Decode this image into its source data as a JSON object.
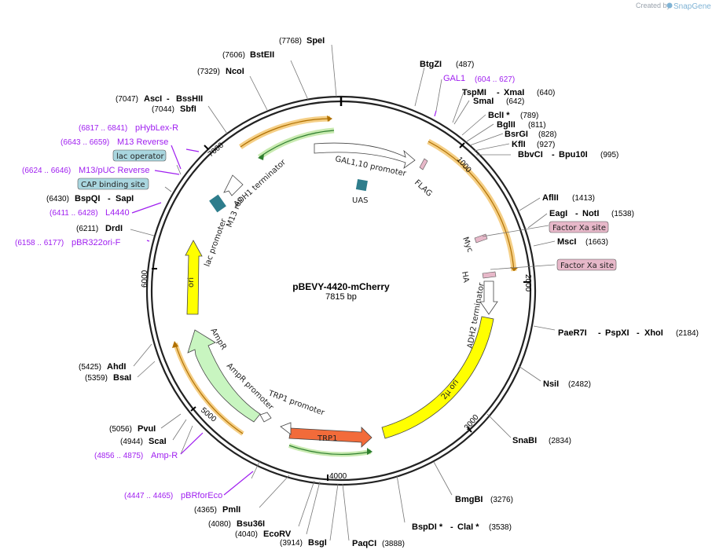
{
  "branding": {
    "created_by": "Created by",
    "product": "SnapGene"
  },
  "plasmid": {
    "name": "pBEVY-4420-mCherry",
    "size": "7815 bp"
  },
  "ticks": [
    "1000",
    "2000",
    "3000",
    "4000",
    "5000",
    "6000",
    "7000"
  ],
  "enzymes": [
    {
      "name": "SpeI",
      "pos": "(7768)"
    },
    {
      "name": "BstEII",
      "pos": "(7606)"
    },
    {
      "name": "NcoI",
      "pos": "(7329)"
    },
    {
      "name": "AscI",
      "name2": "BssHII",
      "pos": "(7047)"
    },
    {
      "name": "SbfI",
      "pos": "(7044)"
    },
    {
      "name": "BspQI",
      "name2": "SapI",
      "pos": "(6430)"
    },
    {
      "name": "DrdI",
      "pos": "(6211)"
    },
    {
      "name": "AhdI",
      "pos": "(5425)"
    },
    {
      "name": "BsaI",
      "pos": "(5359)"
    },
    {
      "name": "PvuI",
      "pos": "(5056)"
    },
    {
      "name": "ScaI",
      "pos": "(4944)"
    },
    {
      "name": "PmlI",
      "pos": "(4365)"
    },
    {
      "name": "Bsu36I",
      "pos": "(4080)"
    },
    {
      "name": "EcoRV",
      "pos": "(4040)"
    },
    {
      "name": "BsgI",
      "pos": "(3914)"
    },
    {
      "name": "PaqCI",
      "pos": "(3888)"
    },
    {
      "name": "BspDI *",
      "name2": "ClaI *",
      "pos": "(3538)"
    },
    {
      "name": "BmgBI",
      "pos": "(3276)"
    },
    {
      "name": "SnaBI",
      "pos": "(2834)"
    },
    {
      "name": "NsiI",
      "pos": "(2482)"
    },
    {
      "name": "PaeR7I",
      "name2": "PspXI",
      "name3": "XhoI",
      "pos": "(2184)"
    },
    {
      "name": "MscI",
      "pos": "(1663)"
    },
    {
      "name": "EagI",
      "name2": "NotI",
      "pos": "(1538)"
    },
    {
      "name": "AflII",
      "pos": "(1413)"
    },
    {
      "name": "BbvCI",
      "name2": "Bpu10I",
      "pos": "(995)"
    },
    {
      "name": "KflI",
      "pos": "(927)"
    },
    {
      "name": "BsrGI",
      "pos": "(828)"
    },
    {
      "name": "BglII",
      "pos": "(811)"
    },
    {
      "name": "BclI *",
      "pos": "(789)"
    },
    {
      "name": "SmaI",
      "pos": "(642)"
    },
    {
      "name": "TspMI",
      "name2": "XmaI",
      "pos": "(640)"
    },
    {
      "name": "BtgZI",
      "pos": "(487)"
    }
  ],
  "primers": [
    {
      "name": "GAL1",
      "pos": "(604 .. 627)"
    },
    {
      "name": "pHybLex-R",
      "pos": "(6817 .. 6841)"
    },
    {
      "name": "M13 Reverse",
      "pos": "(6643 .. 6659)"
    },
    {
      "name": "M13/pUC Reverse",
      "pos": "(6624 .. 6646)"
    },
    {
      "name": "L4440",
      "pos": "(6411 .. 6428)"
    },
    {
      "name": "pBR322ori-F",
      "pos": "(6158 .. 6177)"
    },
    {
      "name": "Amp-R",
      "pos": "(4856 .. 4875)"
    },
    {
      "name": "pBRforEco",
      "pos": "(4447 .. 4465)"
    }
  ],
  "boxed_features": [
    "lac operator",
    "CAP binding site",
    "Factor Xa site",
    "Factor Xa site"
  ],
  "features": {
    "gal_promoter": "GAL1,10 promoter",
    "flag": "FLAG",
    "uas": "UAS",
    "myc": "Myc",
    "ha": "HA",
    "adh2_term": "ADH2 terminator",
    "two_micron": "2μ ori",
    "trp1": "TRP1",
    "trp1_prom": "TRP1 promoter",
    "ampr_prom": "AmpR promoter",
    "ampr": "AmpR",
    "ori": "ori",
    "lac_prom": "lac promoter",
    "m13rev": "M13 rev",
    "adh1_term": "ADH1 terminator"
  },
  "colors": {
    "backbone": "#222222",
    "primer": "#a020f0",
    "orange_orf": "#f5a623",
    "green_orf": "#7cc576",
    "yellow": "#ffff00",
    "trp1": "#f26b3a",
    "ampr": "#c8f5c0",
    "uas": "#2e7d8c",
    "box_blue": "#a9d6df",
    "box_pink": "#e7b8c9"
  }
}
